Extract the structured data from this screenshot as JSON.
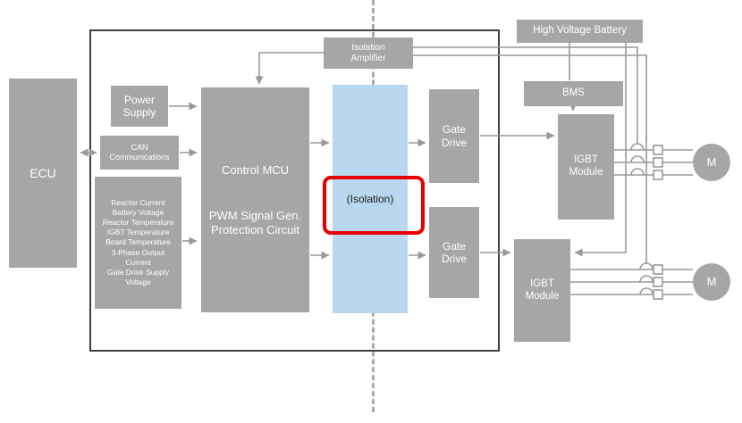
{
  "colors": {
    "block_gray": "#a6a6a6",
    "wire_gray": "#999999",
    "isolation_blue": "#b9d8ef",
    "highlight_red": "#e60000",
    "dashed_gray": "#ababab"
  },
  "blocks": {
    "ecu": {
      "label": "ECU"
    },
    "power_supply": {
      "label": "Power Supply"
    },
    "can": {
      "label": "CAN Communications"
    },
    "signals": {
      "items": [
        "Reactor Current",
        "Battery Voltage",
        "Reactor Temperature",
        "IGBT Temperature",
        "Board Temperature",
        "3-Phase Output Current",
        "Gate Drive Supply Voltage"
      ]
    },
    "mcu": {
      "title": "Control MCU",
      "line2": "PWM Signal Gen.",
      "line3": "Protection Circuit"
    },
    "isolation_amplifier": {
      "label": "Isolation Amplifier"
    },
    "isolation_channel": {
      "label": "(Isolation)"
    },
    "gate_drive_top": {
      "label": "Gate Drive"
    },
    "gate_drive_bottom": {
      "label": "Gate Drive"
    },
    "hv_battery": {
      "label": "High Voltage Battery"
    },
    "bms": {
      "label": "BMS"
    },
    "igbt_module_top": {
      "label": "IGBT Module"
    },
    "igbt_module_bottom": {
      "label": "IGBT Module"
    },
    "motor_top": {
      "label": "M"
    },
    "motor_bottom": {
      "label": "M"
    }
  }
}
